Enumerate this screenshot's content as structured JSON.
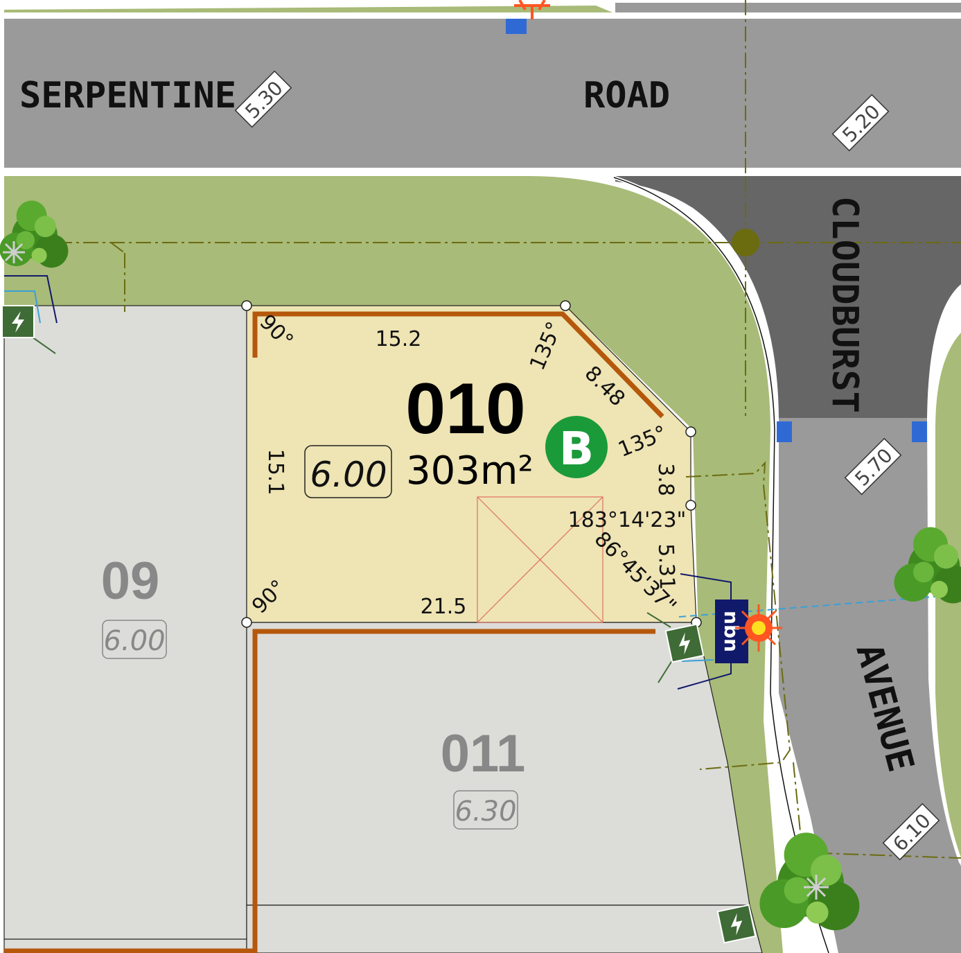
{
  "streets": {
    "serpentine": "SERPENTINE",
    "road": "ROAD",
    "cloudburst": "CLOUDBURST",
    "avenue": "AVENUE"
  },
  "levels": {
    "road_left": "5.30",
    "road_right": "5.20",
    "cloudburst": "5.70",
    "avenue": "6.10"
  },
  "lot_main": {
    "number": "010",
    "area": "303m²",
    "level": "6.00",
    "badge": "B"
  },
  "lot_09": {
    "number": "09",
    "level": "6.00"
  },
  "lot_011": {
    "number": "011",
    "level": "6.30"
  },
  "dimensions": {
    "top": "15.2",
    "left": "15.1",
    "bottom": "21.5",
    "chamfer": "8.48",
    "right_upper": "3.8",
    "right_lower": "5.31",
    "angle_top_left": "90°",
    "angle_bottom_left": "90°",
    "angle_top_right": "135°",
    "angle_chamfer": "135°",
    "angle_right": "183°14'23\"",
    "angle_bottom_right": "86°45'37\""
  },
  "nbn_label": "nbn",
  "icons": [
    "electrical-pillar-icon",
    "nbn-pit-icon",
    "street-light-icon",
    "tree-icon",
    "survey-peg-icon"
  ],
  "colors": {
    "road": "#9a9a9a",
    "road_dark": "#666666",
    "verge": "#a8bb78",
    "lot_highlight": "#eee4b4",
    "lot_neighbour": "#dcdcd9",
    "retaining_wall": "#b5580c",
    "badge": "#1b9a3a",
    "nbn": "#11196b",
    "pillar": "#3f6b36"
  }
}
